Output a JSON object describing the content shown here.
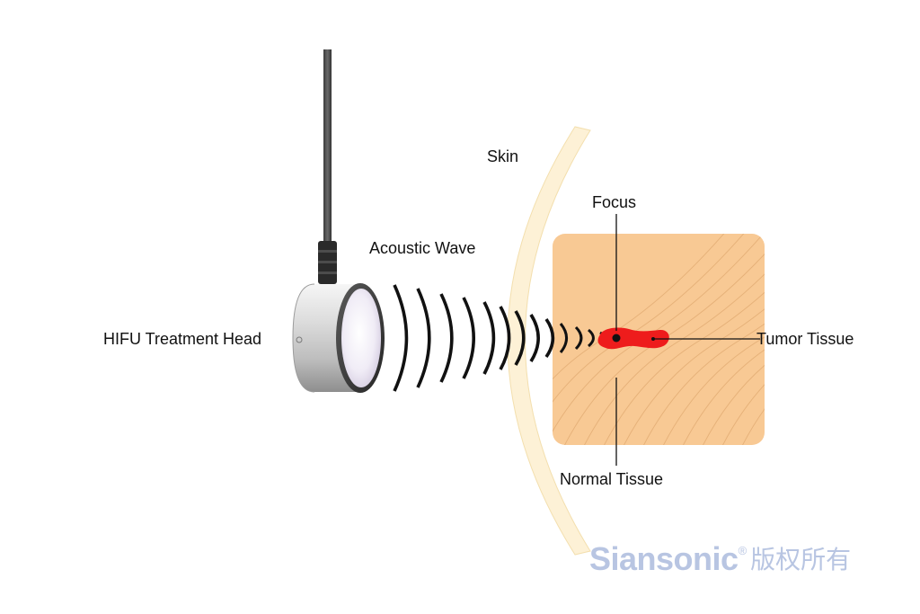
{
  "labels": {
    "treatment_head": "HIFU Treatment Head",
    "acoustic_wave": "Acoustic Wave",
    "skin": "Skin",
    "focus": "Focus",
    "tumor_tissue": "Tumor Tissue",
    "normal_tissue": "Normal Tissue"
  },
  "watermark": {
    "brand": "Siansonic",
    "registered_mark": "®",
    "suffix": "版权所有"
  },
  "colors": {
    "skin": "#fdf1d6",
    "skin_stroke": "#f3dfae",
    "tissue": "#f8c994",
    "tissue_lines": "#e5b078",
    "tumor": "#ee1c1c",
    "wave": "#111111",
    "watermark": "#b8c5e2"
  }
}
